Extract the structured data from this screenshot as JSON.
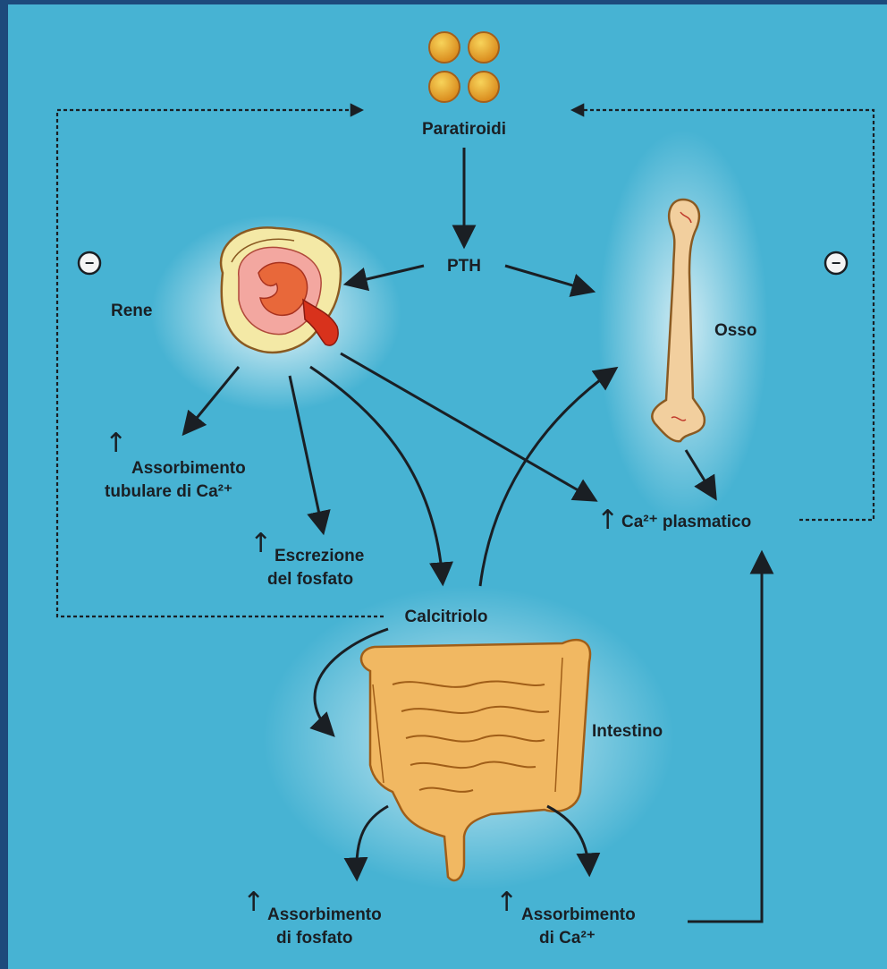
{
  "nodes": {
    "paratiroidi": "Paratiroidi",
    "pth": "PTH",
    "rene": "Rene",
    "osso": "Osso",
    "calcitriolo": "Calcitriolo",
    "intestino": "Intestino",
    "ca_plasmatico": "Ca²⁺ plasmatico"
  },
  "effects": {
    "assorbimento_tubulare": [
      "Assorbimento",
      "tubulare di Ca²⁺"
    ],
    "escrezione_fosfato": [
      "Escrezione",
      "del fosfato"
    ],
    "assorbimento_fosfato": [
      "Assorbimento",
      "di fosfato"
    ],
    "assorbimento_ca": [
      "Assorbimento",
      "di Ca²⁺"
    ]
  },
  "symbols": {
    "increase": "↑",
    "inhibition": "−"
  },
  "colors": {
    "background": "#47b3d3",
    "frame": "#1d4a7c",
    "gland": "#e9a12b",
    "kidney_outer": "#f4e9a6",
    "kidney_inner": "#e8683a",
    "bone": "#f2cf9e",
    "intestine": "#f1b862",
    "text": "#1a1f24"
  }
}
